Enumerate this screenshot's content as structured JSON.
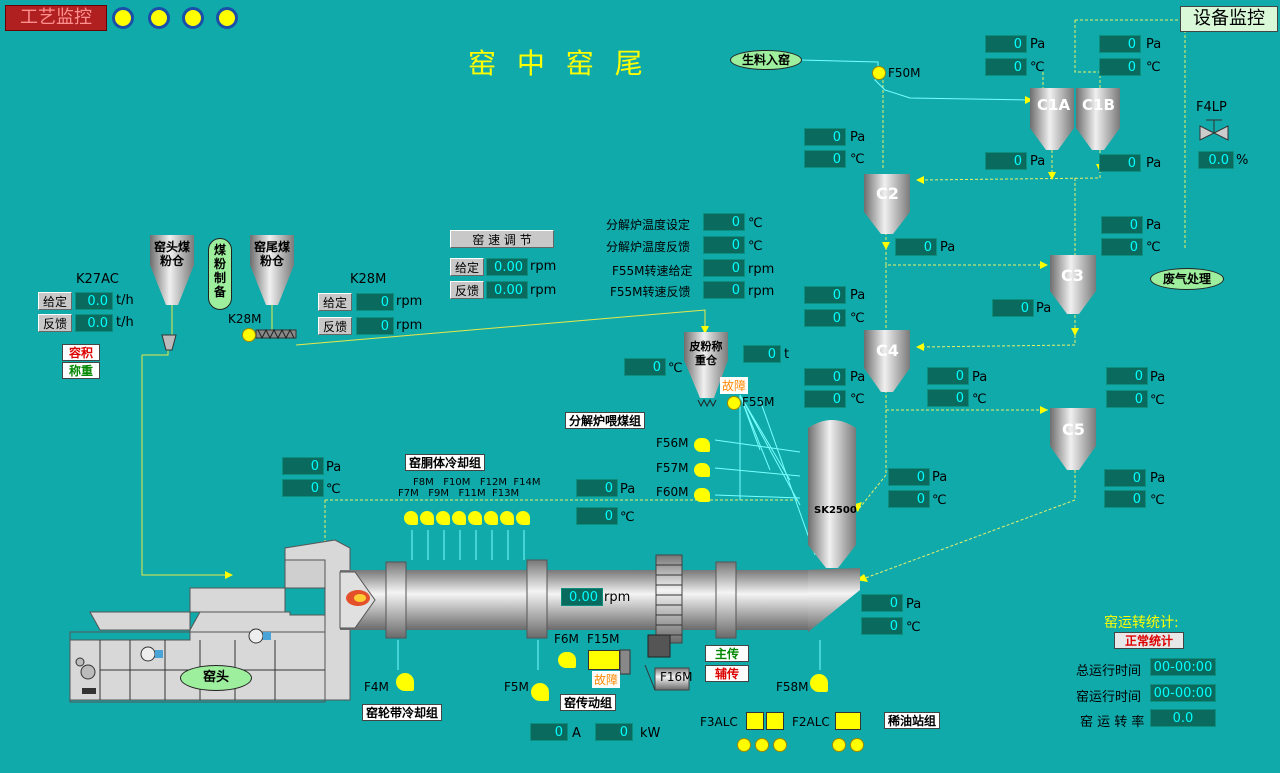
{
  "header": {
    "monitor_btn": "工艺监控",
    "title": "窑 中 窑 尾",
    "equip_btn": "设备监控"
  },
  "nodes": {
    "raw_meal": "生料入窑",
    "exhaust": "废气处理",
    "kiln_head": "窑头",
    "coal_prep": "煤粉制备",
    "head_bin": "窑头煤粉仓",
    "tail_bin": "窑尾煤粉仓",
    "pulv_bin": "皮粉称重仓"
  },
  "cyclones": [
    "C1A",
    "C1B",
    "C2",
    "C3",
    "C4",
    "C5"
  ],
  "labels": {
    "f50m": "F50M",
    "f4lp": "F4LP",
    "k27ac": "K27AC",
    "k28m_top": "K28M",
    "k28m_bot": "K28M",
    "f55m": "F55M",
    "f56m": "F56M",
    "f57m": "F57M",
    "f60m": "F60M",
    "f4m": "F4M",
    "f5m": "F5M",
    "f6m": "F6M",
    "f15m": "F15M",
    "f16m": "F16M",
    "f58m": "F58M",
    "f3alc": "F3ALC",
    "f2alc": "F2ALC",
    "sk2500": "SK2500",
    "fans_top": "F8M   F10M   F12M  F14M",
    "fans_bot": "F7M   F9M   F11M  F13M",
    "calc_set": "分解炉温度设定",
    "calc_fb": "分解炉温度反馈",
    "f55_set": "F55M转速给定",
    "f55_fb": "F55M转速反馈",
    "run_total": "总运行时间",
    "run_kiln": "窑运行时间",
    "run_rate": "窑 运 转 率",
    "stats_title": "窑运转统计:"
  },
  "buttons": {
    "kiln_speed": "窑 速 调 节",
    "set": "给定",
    "feedback": "反馈",
    "volume": "容积",
    "weigh": "称重",
    "main_drive": "主传",
    "aux_drive": "辅传",
    "normal_stat": "正常统计"
  },
  "groups": {
    "calciner_coal": "分解炉喂煤组",
    "shell_cool": "窑胴体冷却组",
    "tire_cool": "窑轮带冷却组",
    "drive": "窑传动组",
    "lube": "稀油站组"
  },
  "faults": {
    "f55m_fault": "故障",
    "drive_fault": "故障"
  },
  "units": {
    "pa": "Pa",
    "c": "℃",
    "pct": "%",
    "th": "t/h",
    "rpm": "rpm",
    "t": "t",
    "a": "A",
    "kw": "kW"
  },
  "values": {
    "c1a_pa": "0",
    "c1a_c": "0",
    "c1b_pa": "0",
    "c1b_c": "0",
    "c1a_out_pa": "0",
    "c1b_out_pa": "0",
    "f4lp_pct": "0.0",
    "c2_pa": "0",
    "c2_c": "0",
    "c2_out_pa": "0",
    "c3_pa": "0",
    "c3_c": "0",
    "c3_out_pa": "0",
    "c4_pa": "0",
    "c4_c": "0",
    "c4_out_pa": "0",
    "c4_out_c": "0",
    "c5_pa": "0",
    "c5_c": "0",
    "sk_pa": "0",
    "sk_c": "0",
    "c5_out_pa": "0",
    "c5_out_c": "0",
    "tail_pa": "0",
    "tail_c": "0",
    "calc_set": "0",
    "calc_fb": "0",
    "f55_set": "0",
    "f55_fb": "0",
    "kiln_set": "0.00",
    "kiln_fb": "0.00",
    "k27_set": "0.0",
    "k27_fb": "0.0",
    "k28_set": "0",
    "k28_fb": "0",
    "pulv_c": "0",
    "pulv_t": "0",
    "shell_pa": "0",
    "shell_c": "0",
    "f60_pa": "0",
    "f60_c": "0",
    "kiln_rpm": "0.00",
    "drive_a": "0",
    "drive_kw": "0",
    "run_total": "00-00:00",
    "run_kiln": "00-00:00",
    "run_rate": "0.0"
  }
}
